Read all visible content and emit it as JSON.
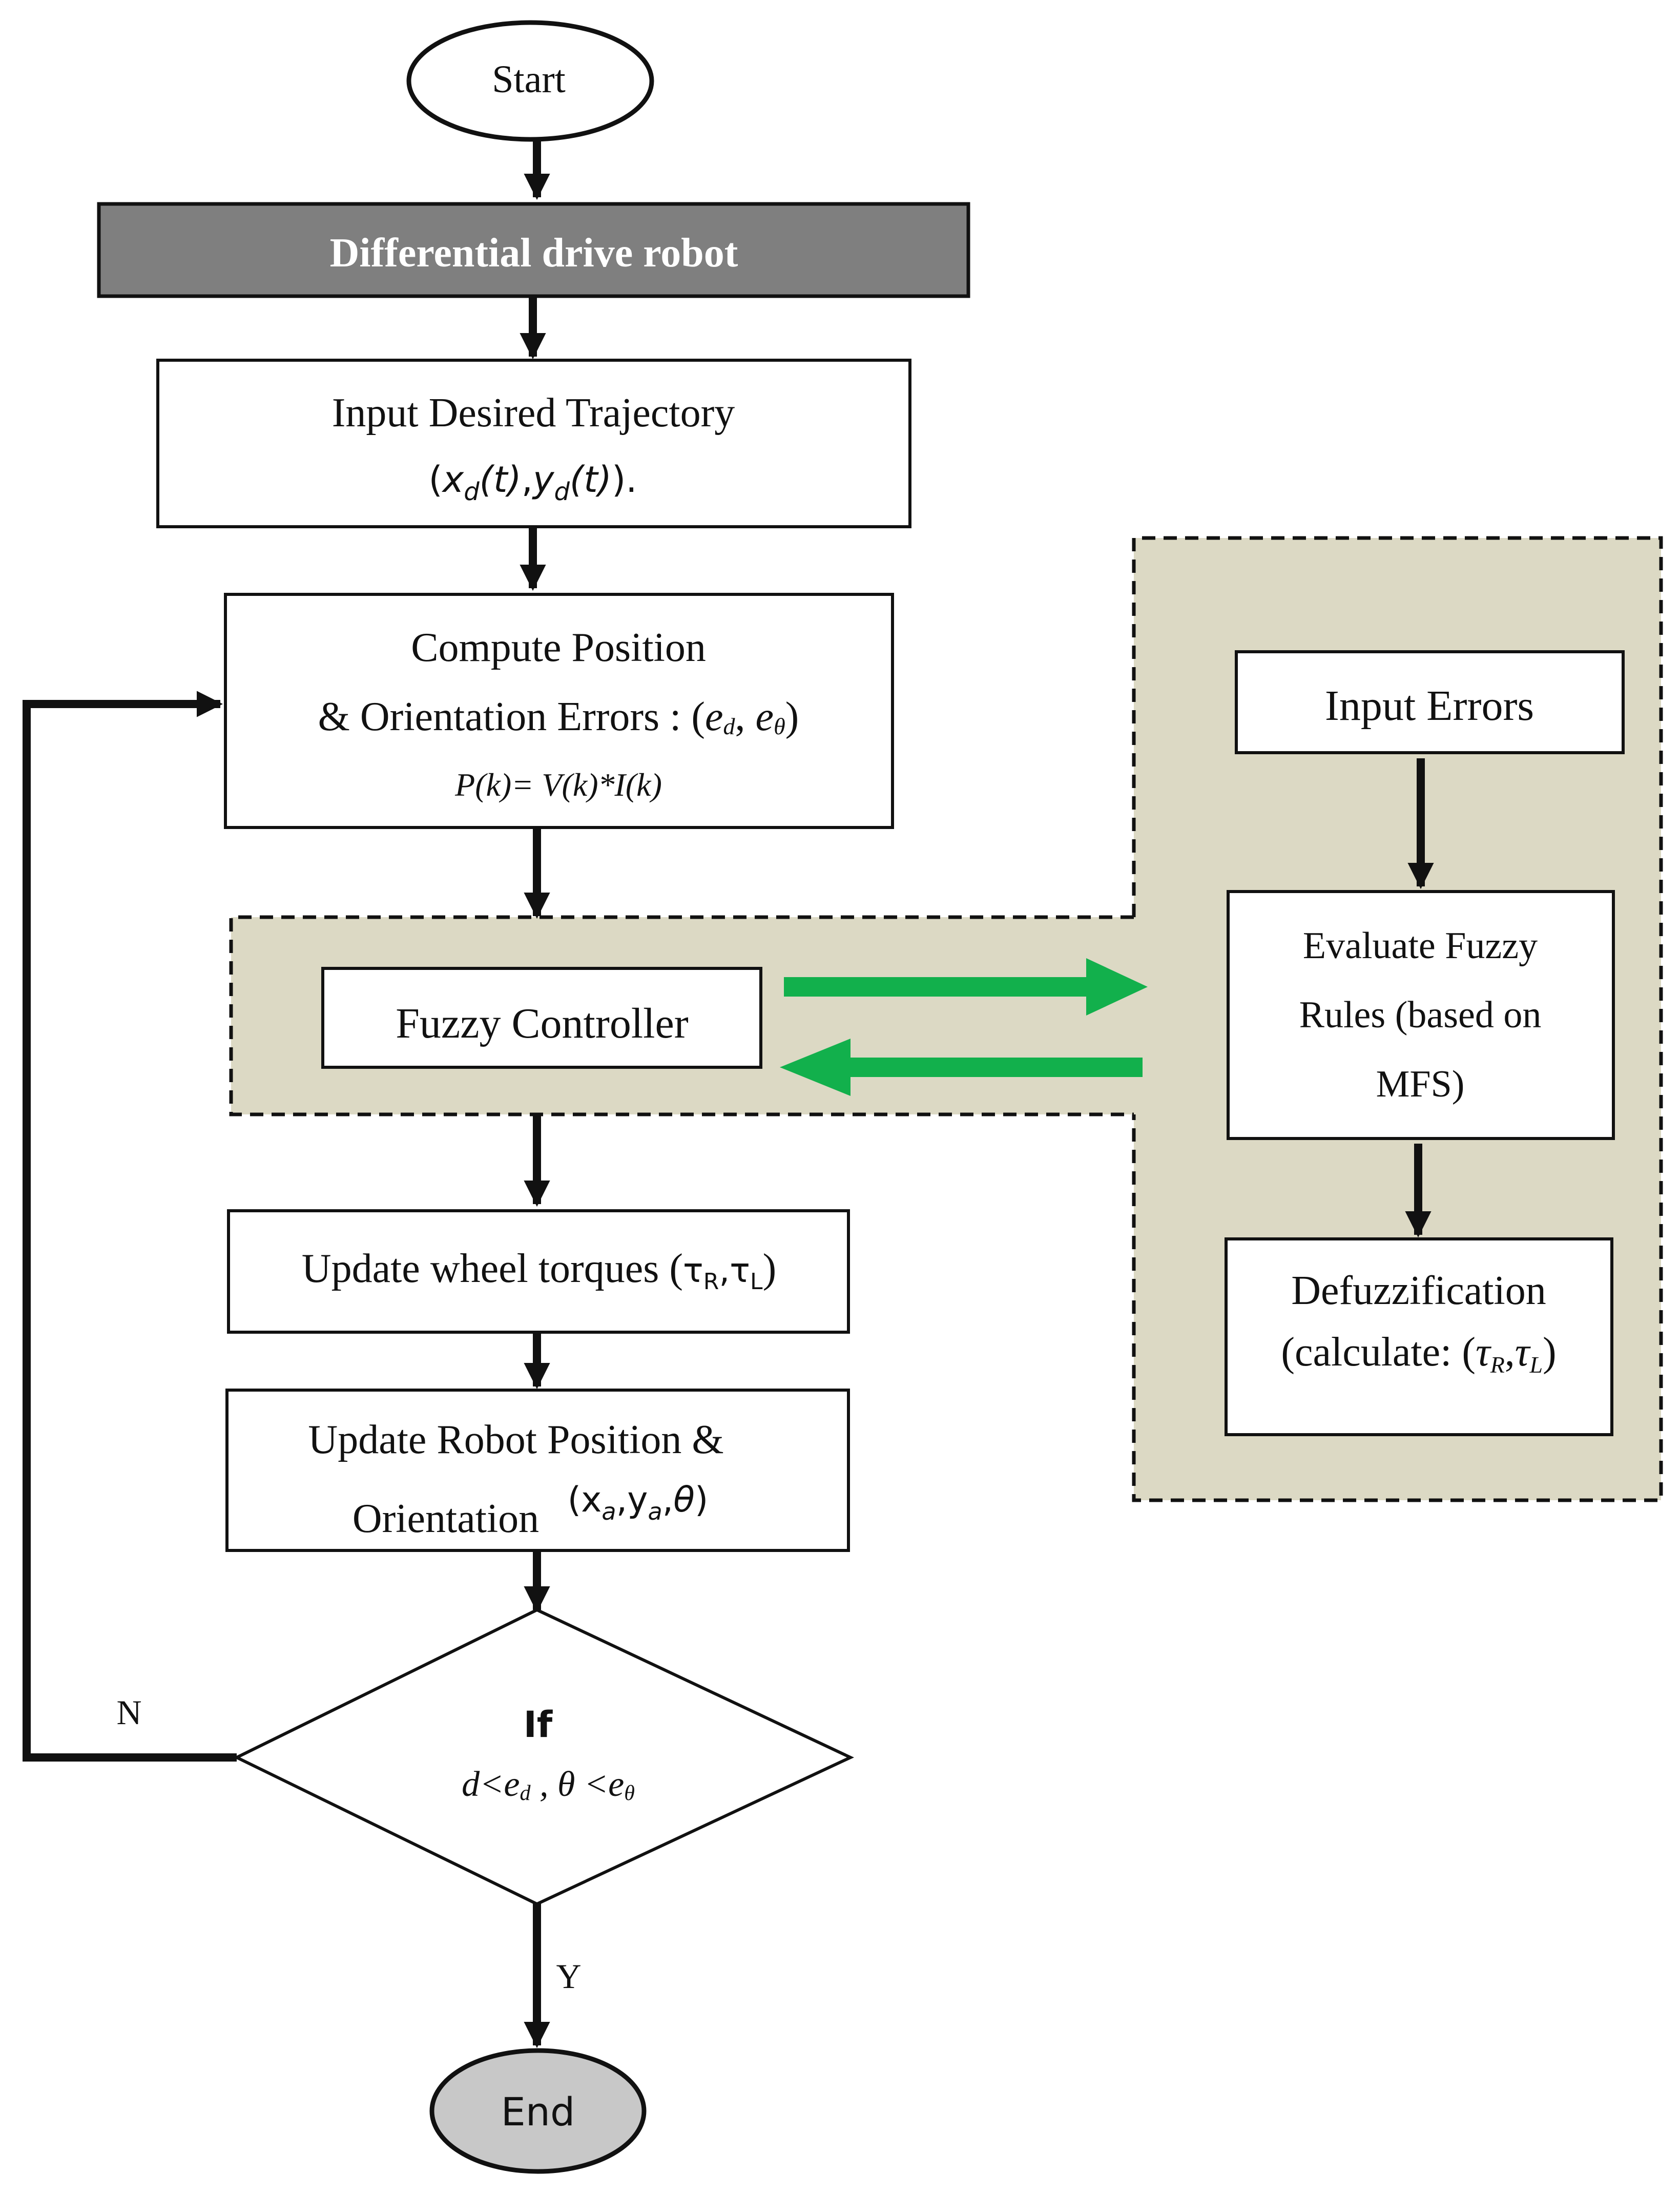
{
  "colors": {
    "panel_fill": "#dcd9c4",
    "header_fill": "#7f7f7f",
    "end_fill": "#c8c8c8",
    "arrow_green": "#12b04c",
    "stroke": "#111111"
  },
  "nodes": {
    "start": "Start",
    "robot": "Differential drive robot",
    "trajectory": {
      "line1": "Input Desired Trajectory",
      "open": "(",
      "x": "x",
      "d1": "d",
      "t1": "(t)",
      "comma": ",",
      "y": "y",
      "d2": "d",
      "t2": "(t)",
      "close": ")."
    },
    "compute": {
      "line1": "Compute Position",
      "line2_prefix": "& Orientation Errors : (",
      "e1": "e",
      "e1_sub": "d",
      "sep": ", ",
      "e2": "e",
      "e2_sub": "θ",
      "line2_suffix": ")",
      "line3": "P(k)= V(k)*I(k)"
    },
    "fuzzy": "Fuzzy Controller",
    "torques": {
      "prefix": "Update wheel torques (",
      "tau1": "τ",
      "sub1": "R",
      "comma": ",",
      "tau2": "τ",
      "sub2": "L",
      "suffix": ")"
    },
    "position": {
      "line1": "Update Robot Position &",
      "line2": "Orientation",
      "open": "(",
      "x": "x",
      "a1": "a",
      "comma1": ",",
      "y": "y",
      "a2": "a",
      "comma2": ",",
      "theta": "θ",
      "close": ")"
    },
    "decision": {
      "line1": "If",
      "d": "d<",
      "e1": "e",
      "e1_sub": "d",
      "mid": " , θ <",
      "e2": "e",
      "e2_sub": "θ"
    },
    "end": "End"
  },
  "side": {
    "input_errors": "Input Errors",
    "evaluate": {
      "line1": "Evaluate Fuzzy",
      "line2": "Rules (based on",
      "line3": "MFS)"
    },
    "defuzz": {
      "line1": "Defuzzification",
      "line2_prefix": "(calculate: (",
      "tau1": "τ",
      "sub1": "R",
      "comma": ",",
      "tau2": "τ",
      "sub2": "L",
      "suffix": ")"
    }
  },
  "labels": {
    "no": "N",
    "yes": "Y"
  }
}
